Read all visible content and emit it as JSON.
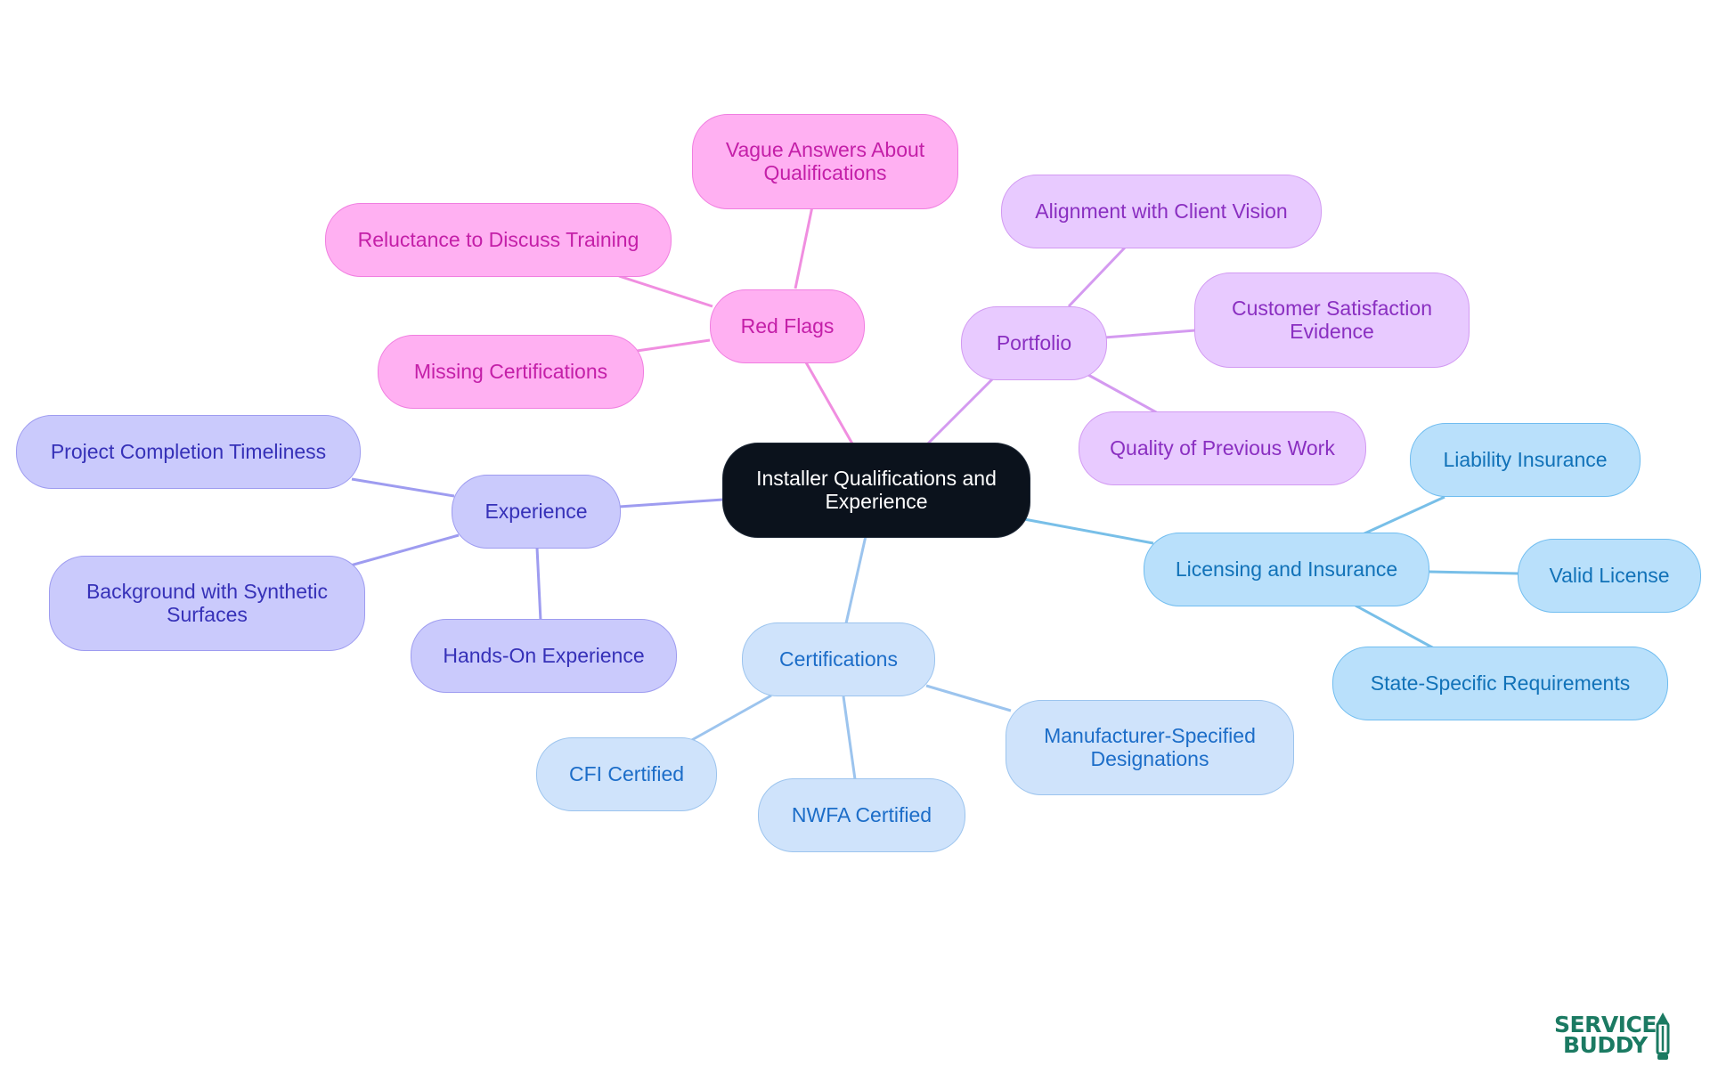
{
  "root": {
    "label": "Installer Qualifications and\nExperience"
  },
  "branches": {
    "red_flags": {
      "label": "Red Flags",
      "children": [
        "Vague Answers About\nQualifications",
        "Reluctance to Discuss Training",
        "Missing Certifications"
      ]
    },
    "portfolio": {
      "label": "Portfolio",
      "children": [
        "Alignment with Client Vision",
        "Customer Satisfaction\nEvidence",
        "Quality of Previous Work"
      ]
    },
    "licensing": {
      "label": "Licensing and Insurance",
      "children": [
        "Liability Insurance",
        "Valid License",
        "State-Specific Requirements"
      ]
    },
    "certifications": {
      "label": "Certifications",
      "children": [
        "CFI Certified",
        "NWFA Certified",
        "Manufacturer-Specified\nDesignations"
      ]
    },
    "experience": {
      "label": "Experience",
      "children": [
        "Project Completion Timeliness",
        "Background with Synthetic\nSurfaces",
        "Hands-On Experience"
      ]
    }
  },
  "logo": {
    "line1": "SERVICE",
    "line2": "BUDDY"
  },
  "colors": {
    "root_fill": "#0b121c",
    "red_flags_fill": "#ffb0f2",
    "red_flags_edge": "#f08ee0",
    "portfolio_fill": "#e8caff",
    "portfolio_edge": "#d49af0",
    "licensing_fill": "#b9e0fb",
    "licensing_edge": "#78bfe8",
    "certifications_fill": "#cfe3fb",
    "certifications_edge": "#9cc4ee",
    "experience_fill": "#cacafc",
    "experience_edge": "#9e9cf0",
    "logo": "#1b7a62"
  }
}
